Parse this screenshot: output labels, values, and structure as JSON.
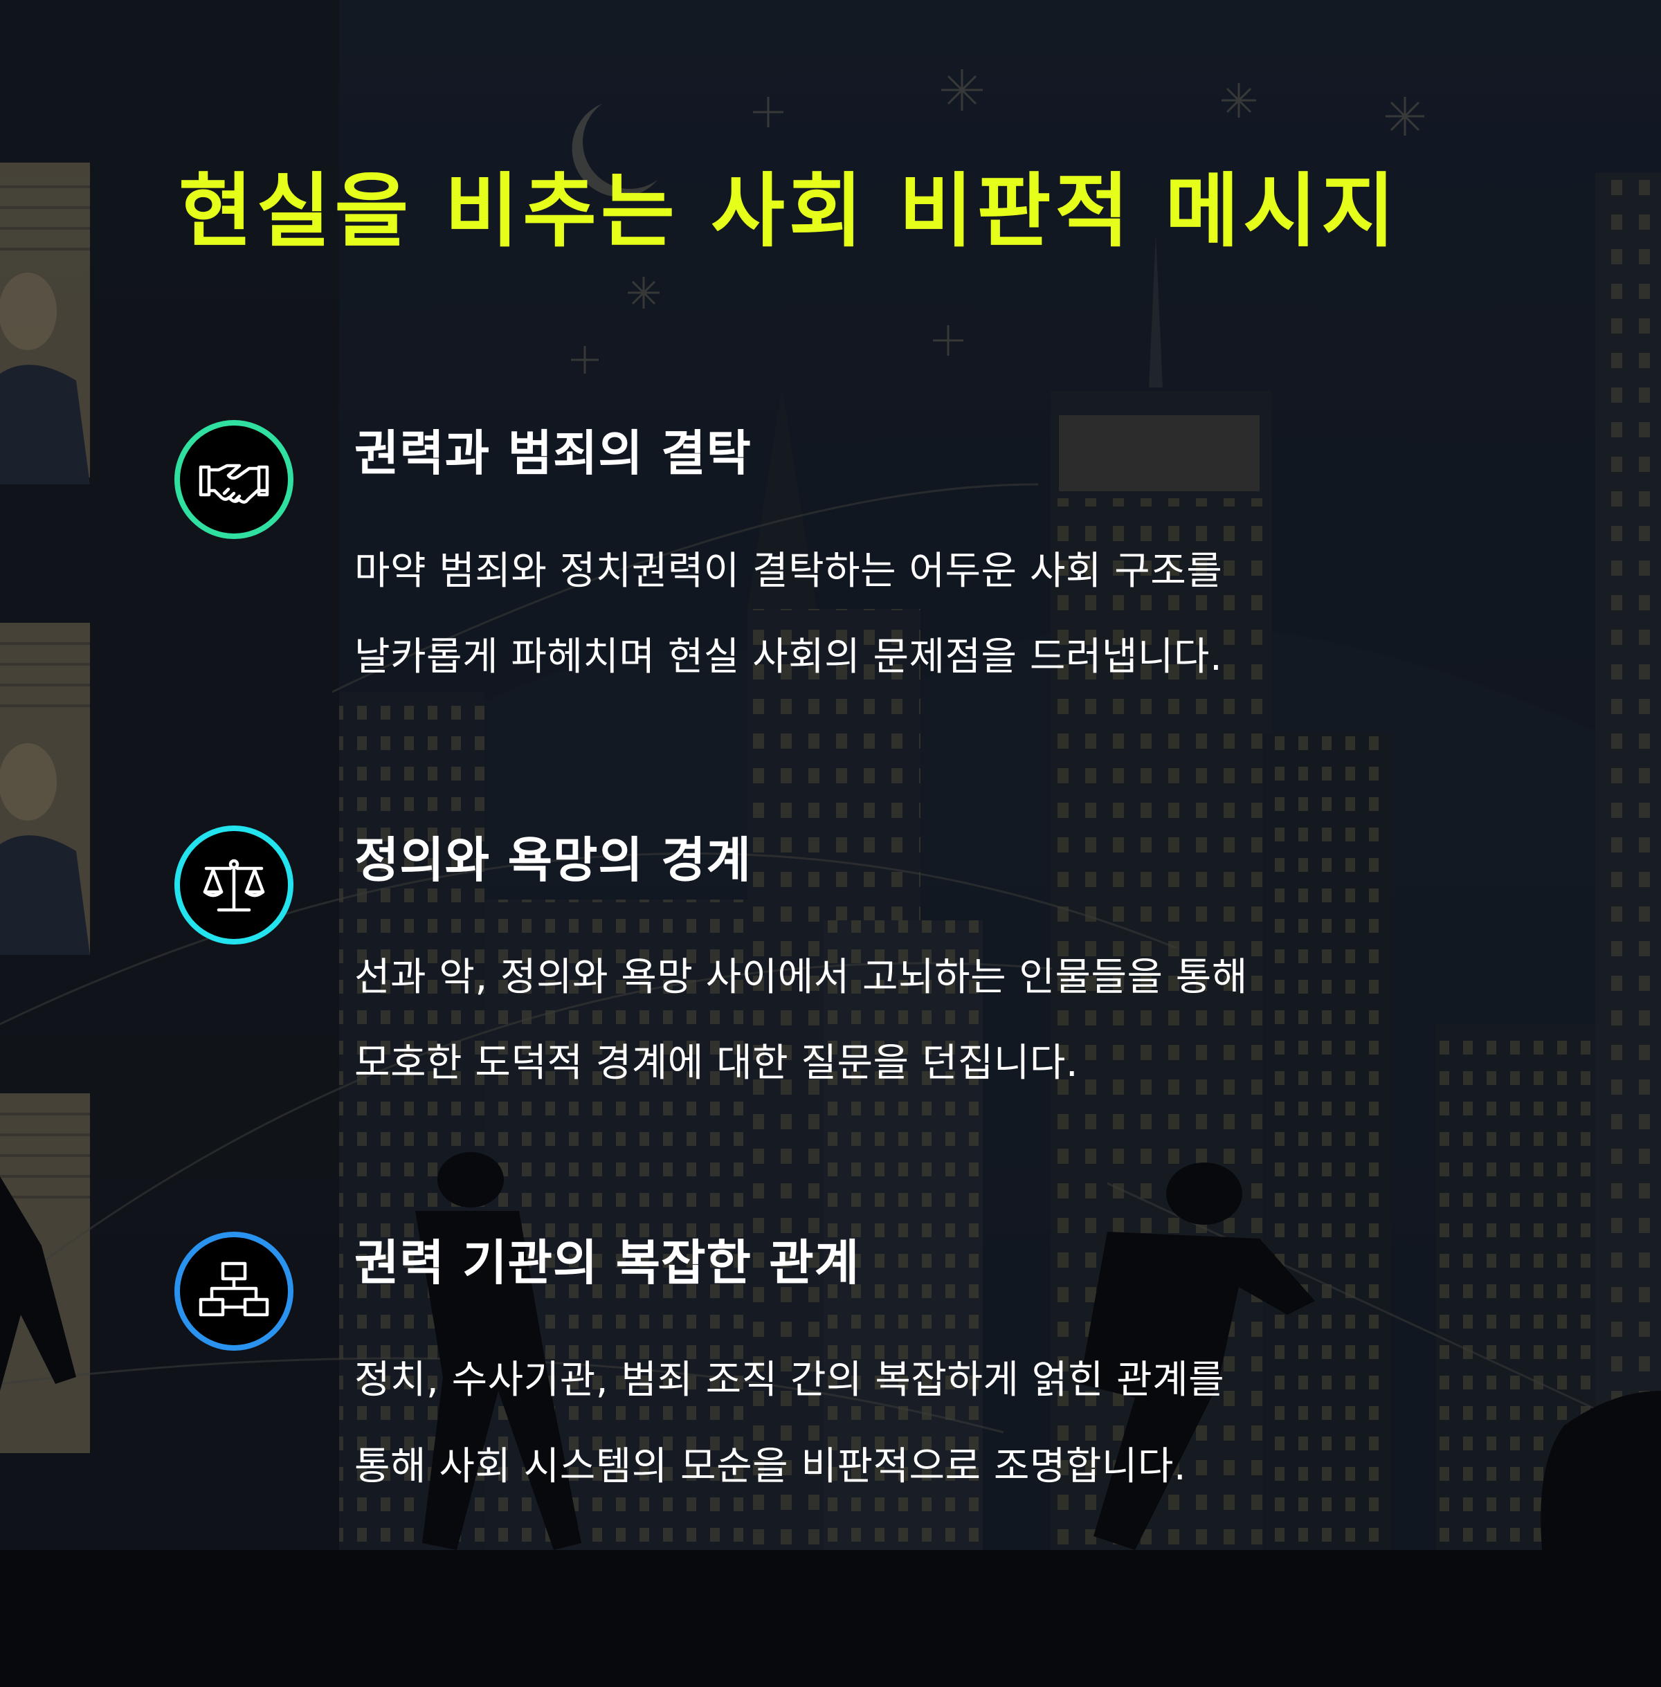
{
  "title": "현실을 비추는 사회 비판적 메시지",
  "colors": {
    "title": "#e6ff1a",
    "text": "#ffffff",
    "icon_ring_1": "#2fe0a0",
    "icon_ring_2": "#22e3ee",
    "icon_ring_3": "#2a93ef"
  },
  "sections": [
    {
      "icon": "handshake-icon",
      "heading": "권력과 범죄의 결탁",
      "lines": [
        "마약 범죄와 정치권력이 결탁하는 어두운 사회 구조를",
        "날카롭게 파헤치며 현실 사회의 문제점을 드러냅니다."
      ]
    },
    {
      "icon": "scales-icon",
      "heading": "정의와 욕망의 경계",
      "lines": [
        "선과 악, 정의와 욕망 사이에서 고뇌하는 인물들을 통해",
        "모호한 도덕적 경계에 대한 질문을 던집니다."
      ]
    },
    {
      "icon": "network-icon",
      "heading": "권력 기관의 복잡한 관계",
      "lines": [
        "정치, 수사기관, 범죄 조직 간의 복잡하게 얽힌 관계를",
        "통해 사회 시스템의 모순을 비판적으로 조명합니다."
      ]
    }
  ]
}
